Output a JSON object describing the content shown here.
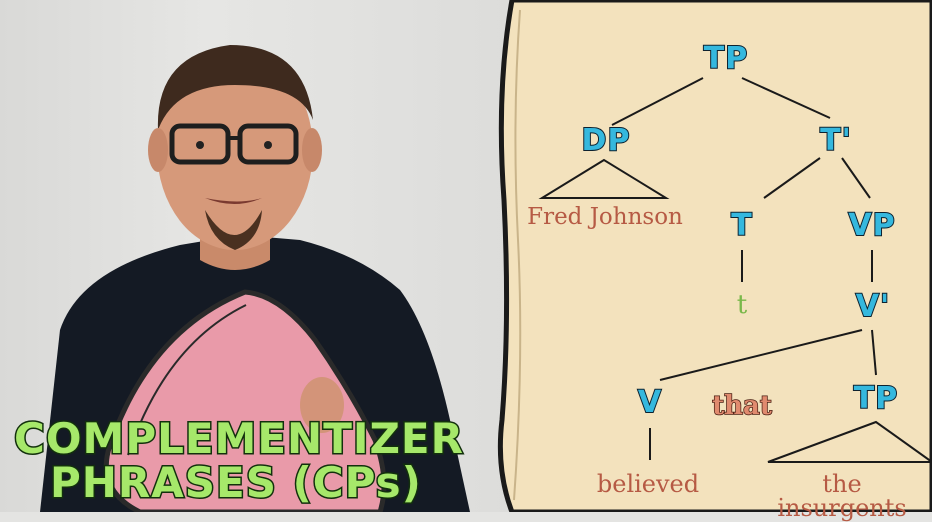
{
  "caption": {
    "line1": "COMPLEMENTIZER",
    "line2": "PHRASES (CPs)"
  },
  "tree": {
    "tp_root": "TP",
    "dp": "DP",
    "t_bar": "T'",
    "dp_text": "Fred Johnson",
    "t_head": "T",
    "vp": "VP",
    "t_trace": "t",
    "v_bar": "V'",
    "v_head": "V",
    "complementizer": "that",
    "tp_embedded": "TP",
    "v_word": "believed",
    "tp_text": "the insurgents"
  },
  "colors": {
    "node": "#35b8de",
    "word": "#b65a44",
    "trace": "#7ab84a",
    "board": "#f3e2bd",
    "caption": "#a6e86a",
    "shape": "#e99aa9"
  }
}
